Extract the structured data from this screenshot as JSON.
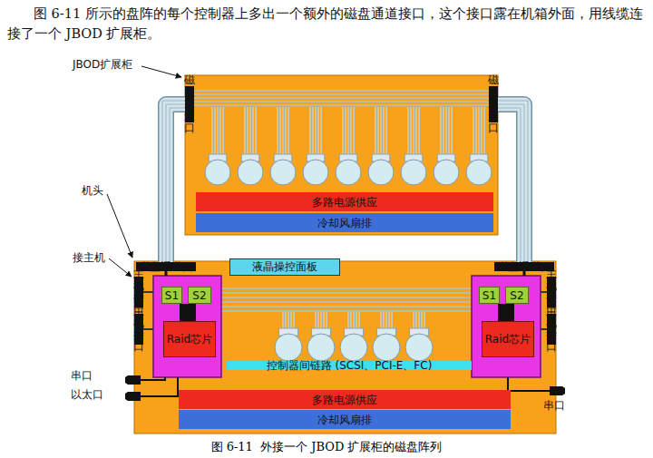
{
  "diagram": {
    "caption": "图 6-11  外接一个 JBOD 扩展柜的磁盘阵列",
    "nodes": [
      {
        "text": [
          "JBOD扩展柜"
        ]
      },
      {
        "text": [
          "磁盘通道口"
        ],
        "in": 0
      },
      {
        "text": [
          "磁盘通道口"
        ],
        "in": 0
      },
      {
        "text": [
          "多路电源供应"
        ],
        "in": 0
      },
      {
        "text": [
          "冷却风扇排"
        ],
        "in": 0
      },
      {
        "text": [
          "机头"
        ]
      },
      {
        "text": [
          "磁盘通道口"
        ],
        "in": 5
      },
      {
        "text": [
          "磁盘通道口"
        ],
        "in": 5
      },
      {
        "text": [
          "液晶操控面板"
        ],
        "in": 5
      },
      {
        "text": [],
        "in": 5
      },
      {
        "text": [
          "S1"
        ],
        "in": 9
      },
      {
        "text": [
          "S2"
        ],
        "in": 9
      },
      {
        "text": [
          "Raid芯片"
        ],
        "in": 9
      },
      {
        "text": [],
        "in": 5
      },
      {
        "text": [
          "S1"
        ],
        "in": 13
      },
      {
        "text": [
          "S2"
        ],
        "in": 13
      },
      {
        "text": [
          "Raid芯片"
        ],
        "in": 13
      },
      {
        "text": [
          "控制器间链路 (SCSI、PCI-E、FC)"
        ],
        "in": 5
      },
      {
        "text": [
          "多路电源供应"
        ],
        "in": 5
      },
      {
        "text": [
          "冷却风扇排"
        ],
        "in": 5
      },
      {
        "text": [
          "主机接口"
        ],
        "in": 5
      },
      {
        "text": [
          "主机接口"
        ],
        "in": 5
      },
      {
        "text": [
          "主机接口"
        ],
        "in": 5
      },
      {
        "text": [
          "主机接口"
        ],
        "in": 5
      }
    ],
    "edges": [
      {
        "from": 1,
        "to": 6,
        "arrow": "none"
      },
      {
        "from": 2,
        "to": 7,
        "arrow": "none"
      }
    ],
    "labels": [
      "图 6-11 所示的盘阵的每个控制器上多出一个额外的磁盘通道接口，这个接口露在机箱外面，用线缆连接了一个 JBOD 扩展柜。",
      "接主机",
      "串口",
      "以太口",
      "串口"
    ]
  }
}
